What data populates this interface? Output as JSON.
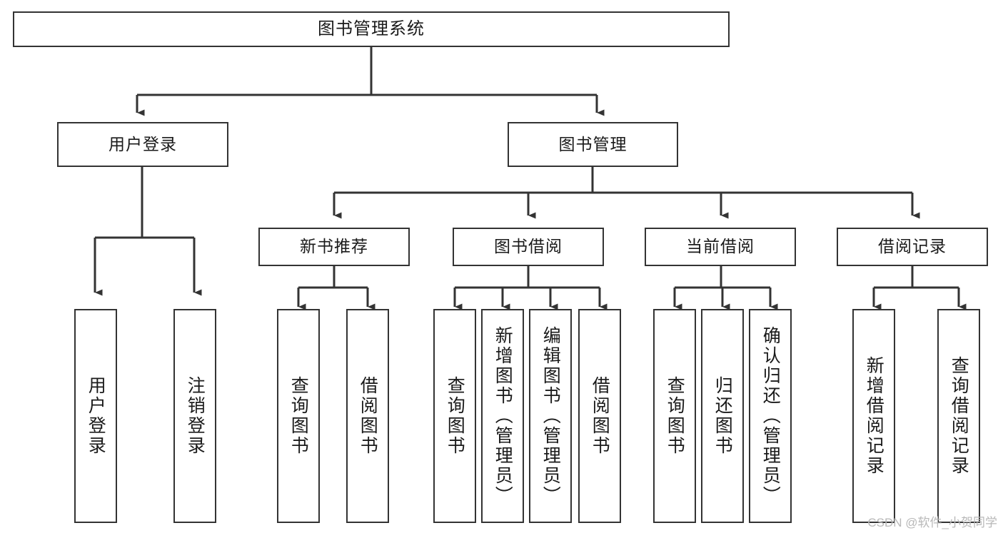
{
  "diagram": {
    "title": "图书管理系统",
    "type": "tree-hierarchy",
    "watermark": "CSDN @软件_小贺同学",
    "colors": {
      "background": "#ffffff",
      "box_border": "#333333",
      "box_fill": "#ffffff",
      "connector": "#333333",
      "text": "#1a1a1a",
      "watermark": "#b8b8b8"
    },
    "root": {
      "label": "图书管理系统"
    },
    "level1": [
      {
        "label": "用户登录"
      },
      {
        "label": "图书管理"
      }
    ],
    "level2": [
      {
        "label": "新书推荐"
      },
      {
        "label": "图书借阅"
      },
      {
        "label": "当前借阅"
      },
      {
        "label": "借阅记录"
      }
    ],
    "leaves": {
      "user_login": [
        {
          "label": "用户登录"
        },
        {
          "label": "注销登录"
        }
      ],
      "new_book_recommend": [
        {
          "label": "查询图书"
        },
        {
          "label": "借阅图书"
        }
      ],
      "book_borrow": [
        {
          "label": "查询图书"
        },
        {
          "label": "新增图书（管理员）"
        },
        {
          "label": "编辑图书（管理员）"
        },
        {
          "label": "借阅图书"
        }
      ],
      "current_borrow": [
        {
          "label": "查询图书"
        },
        {
          "label": "归还图书"
        },
        {
          "label": "确认归还（管理员）"
        }
      ],
      "borrow_records": [
        {
          "label": "新增借阅记录"
        },
        {
          "label": "查询借阅记录"
        }
      ]
    }
  }
}
